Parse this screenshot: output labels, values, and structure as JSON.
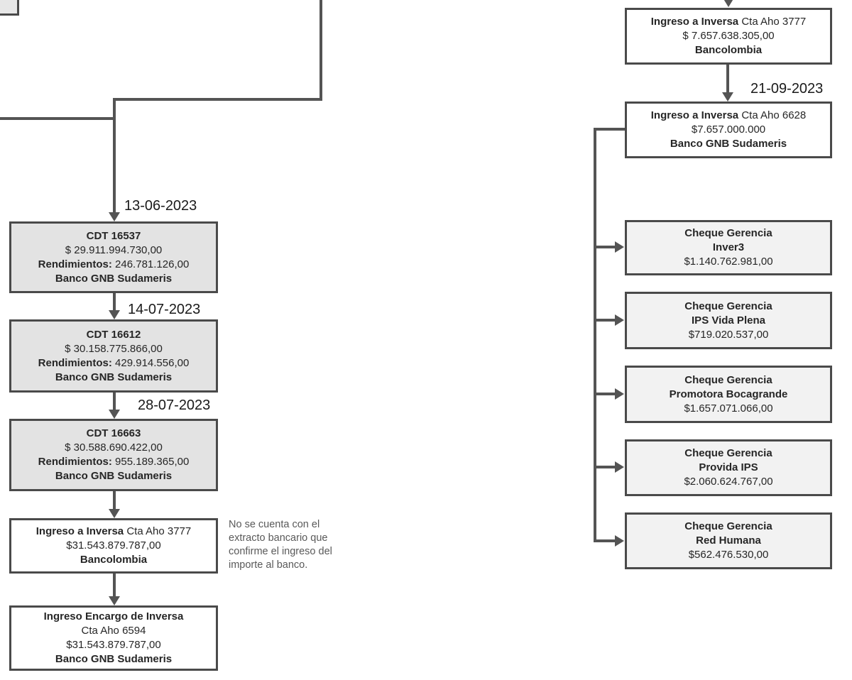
{
  "diagram": {
    "dates": {
      "left1": "13-06-2023",
      "left2": "14-07-2023",
      "left3": "28-07-2023",
      "right1": "21-09-2023"
    },
    "left_column": {
      "cdt_boxes": [
        {
          "title": "CDT 16537",
          "amount": "$ 29.911.994.730,00",
          "yield_label": "Rendimientos:",
          "yield_value": "246.781.126,00",
          "bank": "Banco GNB Sudameris"
        },
        {
          "title": "CDT 16612",
          "amount": "$ 30.158.775.866,00",
          "yield_label": "Rendimientos:",
          "yield_value": "429.914.556,00",
          "bank": "Banco GNB Sudameris"
        },
        {
          "title": "CDT 16663",
          "amount": "$ 30.588.690.422,00",
          "yield_label": "Rendimientos:",
          "yield_value": "955.189.365,00",
          "bank": "Banco GNB Sudameris"
        }
      ],
      "ingreso_box": {
        "title": "Ingreso a Inversa",
        "account": "Cta Aho 3777",
        "amount": "$31.543.879.787,00",
        "bank": "Bancolombia"
      },
      "encargo_box": {
        "title": "Ingreso Encargo de Inversa",
        "account": "Cta Aho 6594",
        "amount": "$31.543.879.787,00",
        "bank": "Banco GNB Sudameris"
      },
      "note_lines": {
        "l1": "No se cuenta con el",
        "l2": "extracto bancario que",
        "l3": "confirme el ingreso del",
        "l4": "importe al banco."
      }
    },
    "right_column": {
      "ingreso_boxes": [
        {
          "title": "Ingreso a Inversa",
          "account": "Cta Aho 3777",
          "amount": "$ 7.657.638.305,00",
          "bank": "Bancolombia"
        },
        {
          "title": "Ingreso a Inversa",
          "account": "Cta Aho 6628",
          "amount": "$7.657.000.000",
          "bank": "Banco GNB Sudameris"
        }
      ],
      "cheque_boxes": [
        {
          "label": "Cheque Gerencia",
          "payee": "Inver3",
          "amount": "$1.140.762.981,00"
        },
        {
          "label": "Cheque Gerencia",
          "payee": "IPS Vida Plena",
          "amount": "$719.020.537,00"
        },
        {
          "label": "Cheque Gerencia",
          "payee": "Promotora Bocagrande",
          "amount": "$1.657.071.066,00"
        },
        {
          "label": "Cheque Gerencia",
          "payee": "Provida IPS",
          "amount": "$2.060.624.767,00"
        },
        {
          "label": "Cheque Gerencia",
          "payee": "Red Humana",
          "amount": "$562.476.530,00"
        }
      ]
    },
    "colors": {
      "line": "#545454",
      "box_border": "#4a4a4a",
      "cdt_fill": "#e3e3e3",
      "cheque_fill": "#f2f2f2",
      "white_fill": "#ffffff",
      "text": "#262626",
      "note_text": "#595959"
    }
  }
}
